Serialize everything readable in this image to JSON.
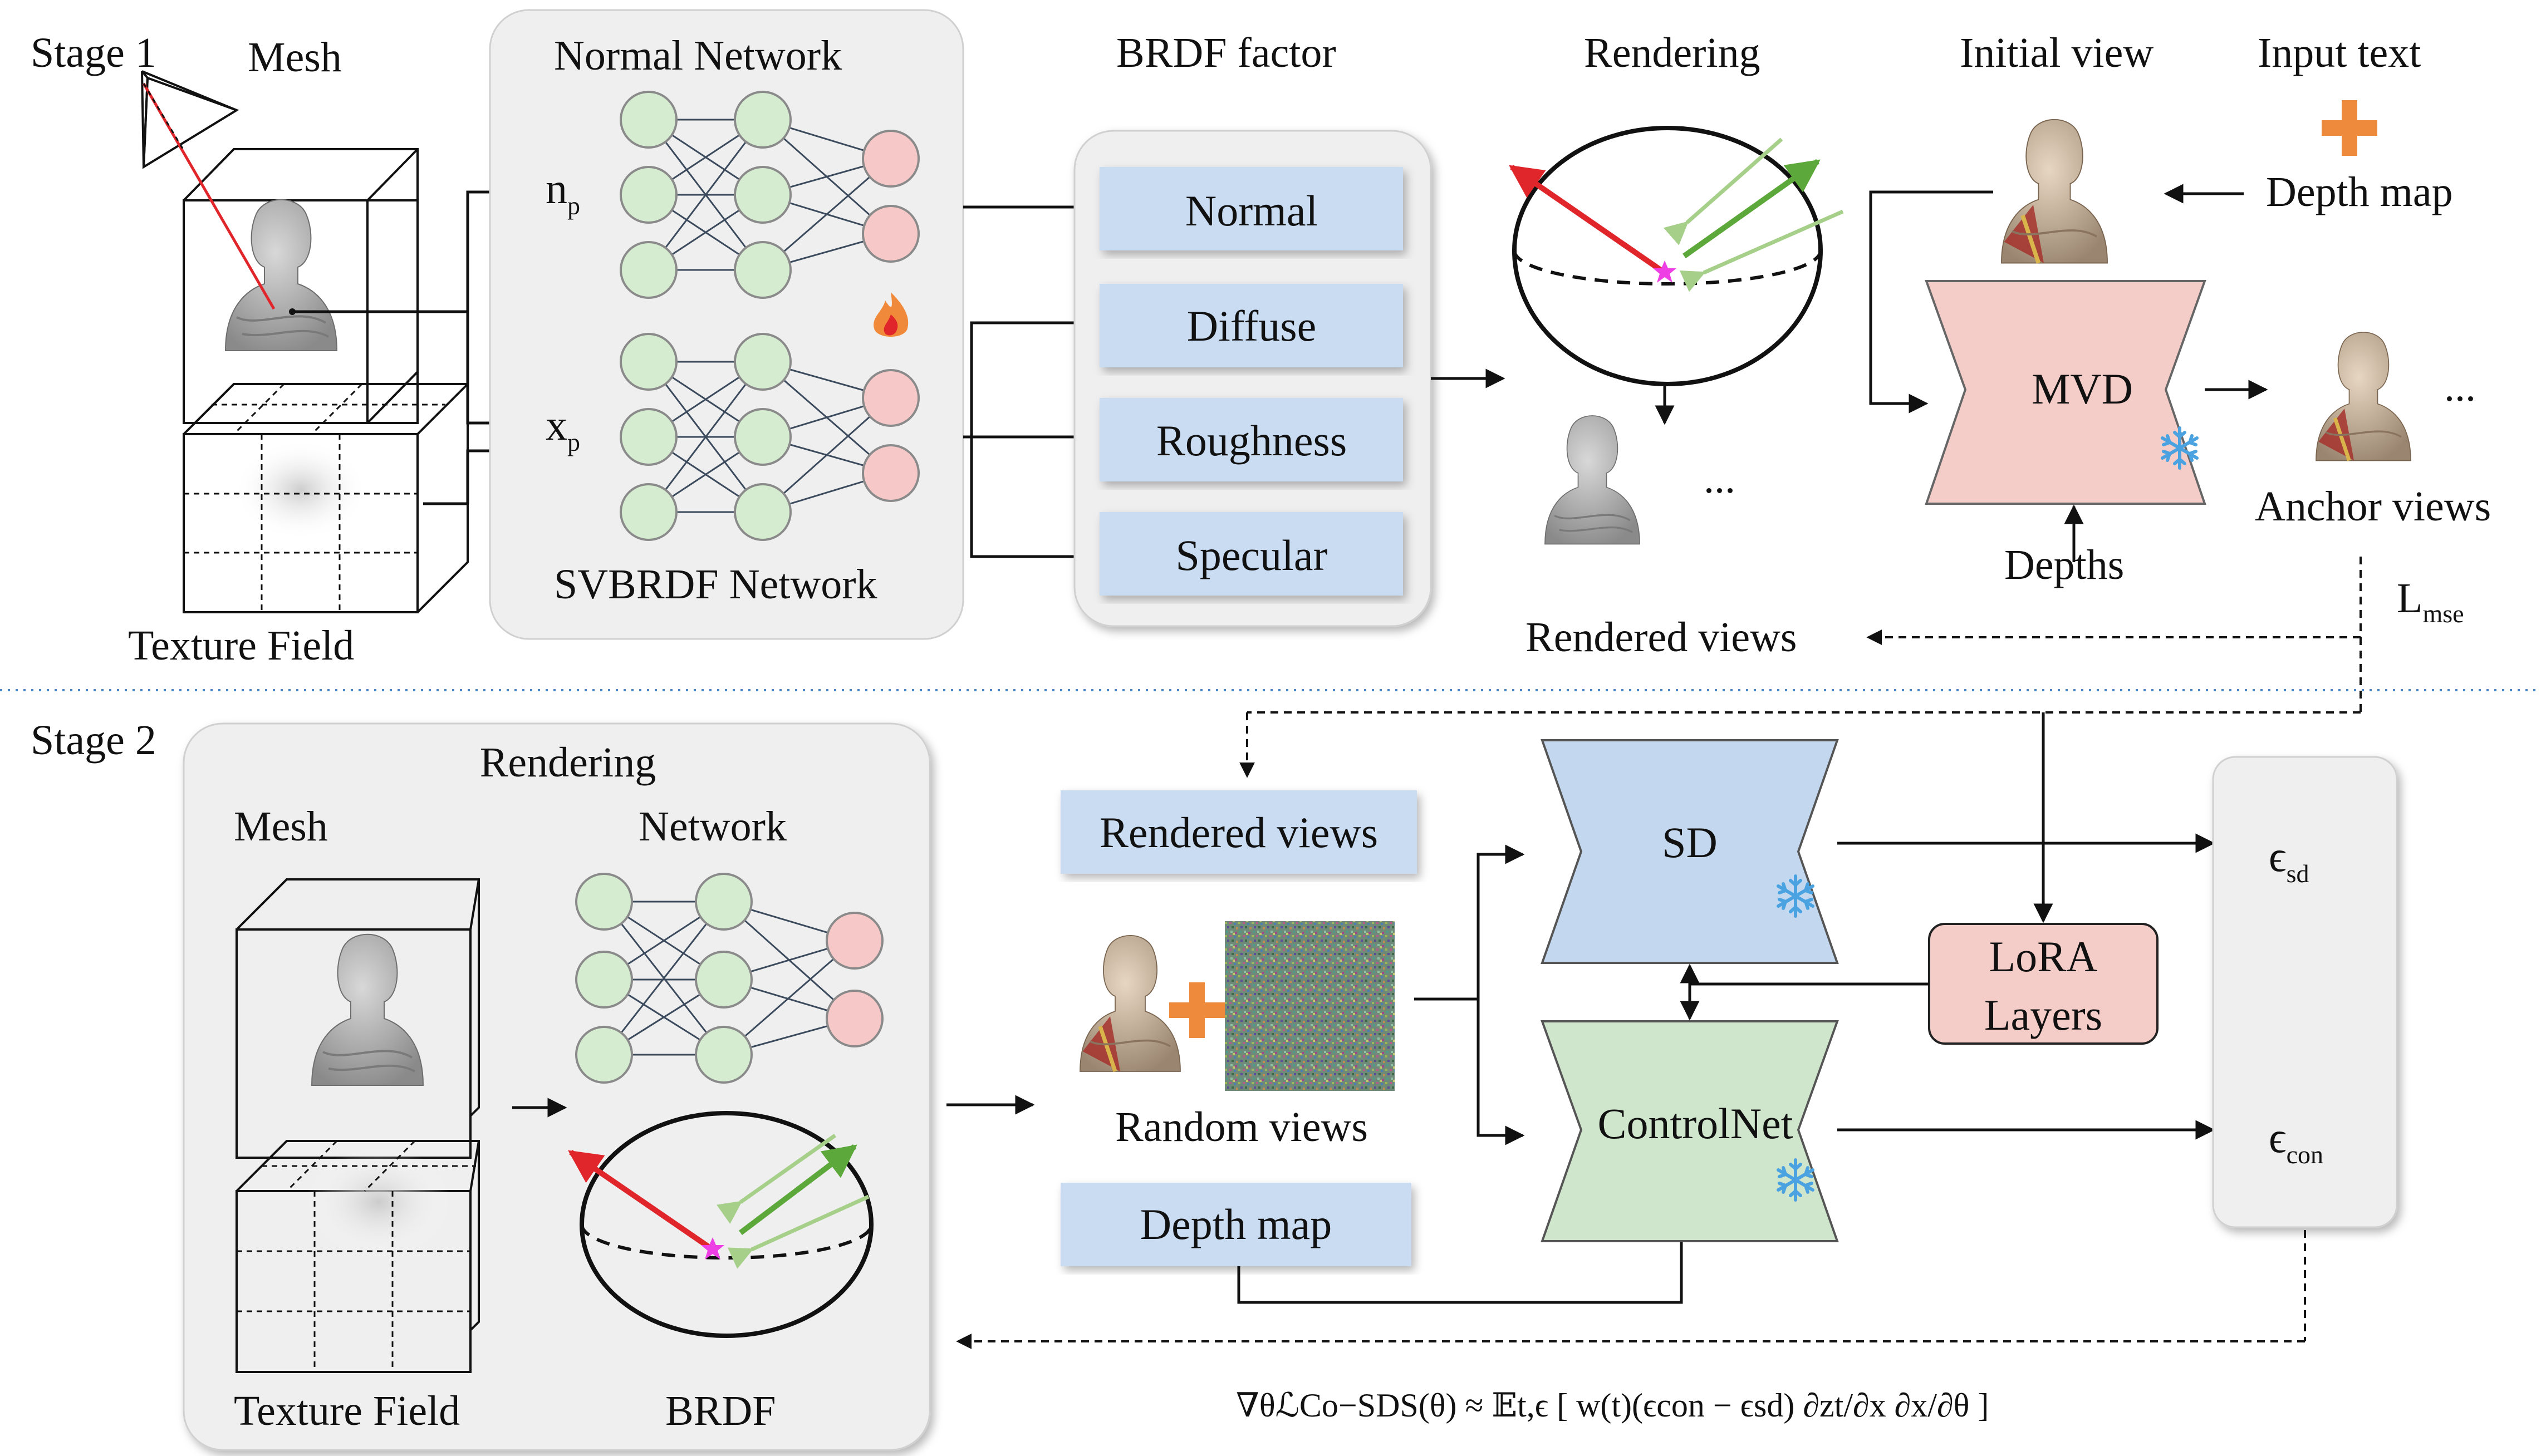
{
  "stage1": {
    "title": "Stage 1",
    "mesh": "Mesh",
    "texture_field": "Texture Field",
    "normal_network": "Normal Network",
    "svbrdf_network": "SVBRDF Network",
    "n_p": "n",
    "n_p_sub": "p",
    "x_p": "x",
    "x_p_sub": "p",
    "brdf_factor": {
      "title": "BRDF factor",
      "items": [
        "Normal",
        "Diffuse",
        "Roughness",
        "Specular"
      ]
    },
    "rendering": "Rendering",
    "rendered_views": "Rendered views",
    "rendered_ellipsis": "...",
    "initial_view": "Initial view",
    "input_text": "Input text",
    "depth_map": "Depth map",
    "mvd": "MVD",
    "depths": "Depths",
    "anchor_views": "Anchor views",
    "anchor_ellipsis": "...",
    "loss": "L",
    "loss_sub": "mse"
  },
  "stage2": {
    "title": "Stage 2",
    "rendering_network_line1": "Rendering",
    "rendering_network_line2": "Network",
    "mesh": "Mesh",
    "texture_field": "Texture Field",
    "brdf": "BRDF",
    "rendered_views": "Rendered views",
    "random_views": "Random views",
    "depth_map": "Depth map",
    "sd": "SD",
    "controlnet": "ControlNet",
    "lora_line1": "LoRA",
    "lora_line2": "Layers",
    "eps_sd": "ϵ",
    "eps_sd_sub": "sd",
    "eps_con": "ϵ",
    "eps_con_sub": "con",
    "equation": "∇θℒCo−SDS(θ) ≈ 𝔼t,ϵ [ w(t)(ϵcon − ϵsd) ∂zt/∂x ∂x/∂θ ]"
  },
  "colors": {
    "brdf_box": "#c9dcf2",
    "sd_box": "#c3d8ef",
    "controlnet_box": "#cfe5cc",
    "mvd_box": "#f4cdc9",
    "lora_box": "#f4cdc9",
    "node_green": "#d5ecd0",
    "node_pink": "#f6c8c8",
    "plus_orange": "#ee8a3c",
    "ray_red": "#e0262b",
    "light_green": "#5da83a",
    "panel_gray": "#efefef",
    "star_magenta": "#ee3fe5",
    "snowflake_blue": "#4aa3e0"
  },
  "icons": [
    "fire-icon",
    "snowflake-icon",
    "plus-icon",
    "star-icon",
    "camera-frustum-icon",
    "bust-icon",
    "noise-image"
  ]
}
